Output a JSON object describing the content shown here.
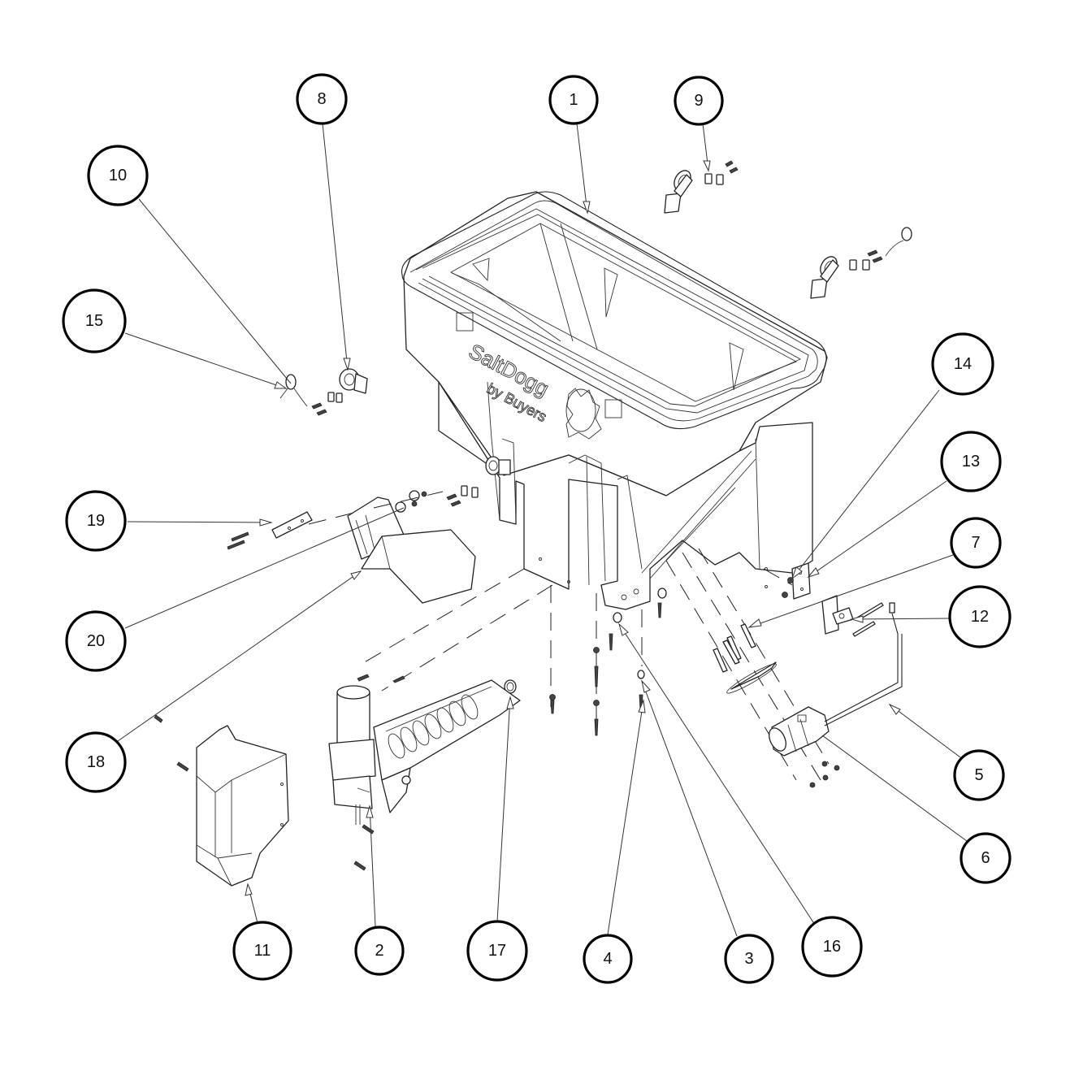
{
  "diagram": {
    "title": "SaltDogg spreader exploded parts view",
    "brand_text": "SaltDogg",
    "brand_subtext": "by Buyers",
    "callouts": [
      {
        "id": "1",
        "label": "1",
        "part": "hopper"
      },
      {
        "id": "2",
        "label": "2",
        "part": "auger-motor-assembly"
      },
      {
        "id": "3",
        "label": "3",
        "part": "fastener"
      },
      {
        "id": "4",
        "label": "4",
        "part": "fastener"
      },
      {
        "id": "5",
        "label": "5",
        "part": "spinner-cable"
      },
      {
        "id": "6",
        "label": "6",
        "part": "spinner-motor"
      },
      {
        "id": "7",
        "label": "7",
        "part": "bolt"
      },
      {
        "id": "8",
        "label": "8",
        "part": "latch"
      },
      {
        "id": "9",
        "label": "9",
        "part": "latch-plate"
      },
      {
        "id": "10",
        "label": "10",
        "part": "pin"
      },
      {
        "id": "11",
        "label": "11",
        "part": "motor-cover"
      },
      {
        "id": "12",
        "label": "12",
        "part": "bracket"
      },
      {
        "id": "13",
        "label": "13",
        "part": "plate"
      },
      {
        "id": "14",
        "label": "14",
        "part": "nut"
      },
      {
        "id": "15",
        "label": "15",
        "part": "lanyard"
      },
      {
        "id": "16",
        "label": "16",
        "part": "fastener"
      },
      {
        "id": "17",
        "label": "17",
        "part": "grommet"
      },
      {
        "id": "18",
        "label": "18",
        "part": "screw"
      },
      {
        "id": "19",
        "label": "19",
        "part": "chute-plate"
      },
      {
        "id": "20",
        "label": "20",
        "part": "chute"
      }
    ]
  }
}
